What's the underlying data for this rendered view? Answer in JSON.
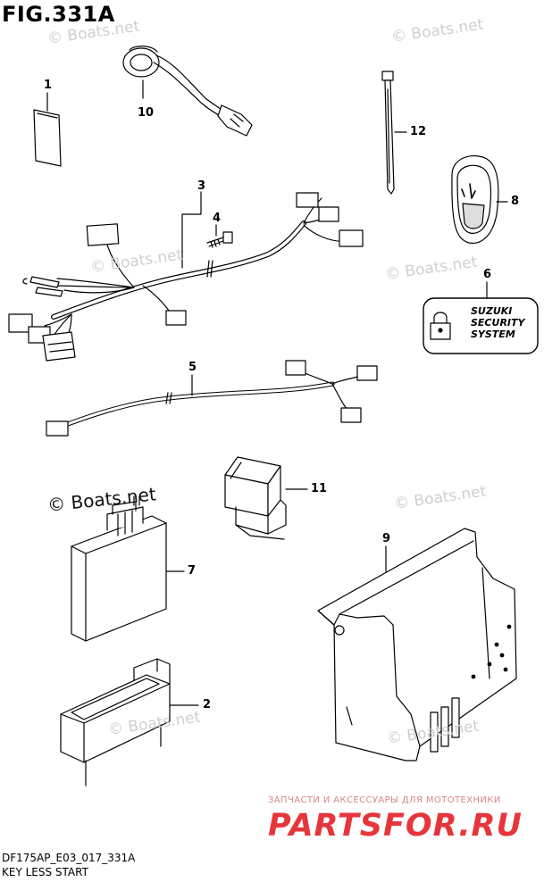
{
  "figure": {
    "title": "FIG.331A",
    "code": "DF175AP_E03_017_331A",
    "caption": "KEY LESS START"
  },
  "watermark": {
    "text": "© Boats.net"
  },
  "callouts": {
    "c1": "1",
    "c2": "2",
    "c3": "3",
    "c4": "4",
    "c5": "5",
    "c6": "6",
    "c7": "7",
    "c8": "8",
    "c9": "9",
    "c10": "10",
    "c11": "11",
    "c12": "12"
  },
  "sticker": {
    "line1": "SUZUKI",
    "line2": "SECURITY",
    "line3": "SYSTEM"
  },
  "promo": {
    "tagline": "ЗАПЧАСТИ И АКСЕССУАРЫ ДЛЯ МОТОТЕХНИКИ",
    "brand": "PARTSFOR.RU"
  }
}
